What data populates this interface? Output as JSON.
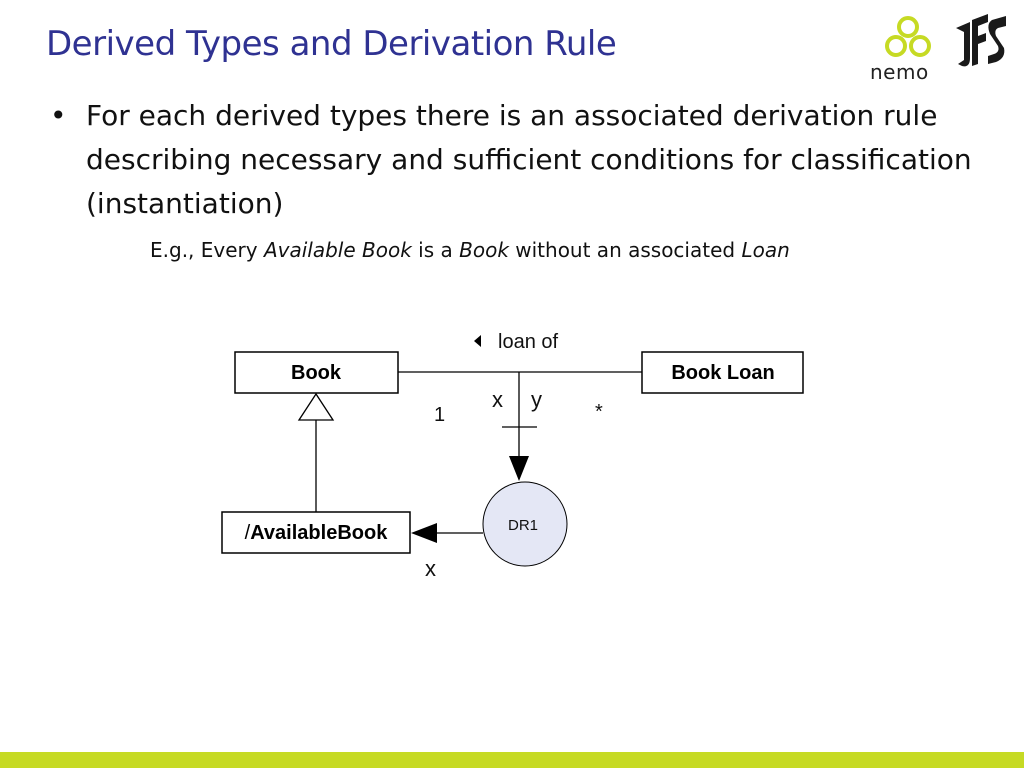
{
  "slide": {
    "title": "Derived Types and Derivation Rule",
    "bullet": "For each derived types there is an associated derivation rule describing necessary and sufficient conditions for classification (instantiation)",
    "example": {
      "t1": "E.g., Every ",
      "i1": "Available Book",
      "t2": " is a ",
      "i2": "Book",
      "t3": " without an associated ",
      "i3": "Loan"
    }
  },
  "logos": {
    "nemo": "nemo",
    "nemo_color": "#c6da24",
    "ufes_icon": "ufes-logo-icon"
  },
  "diagram": {
    "classes": {
      "book": "Book",
      "book_loan": "Book Loan",
      "available_prefix": "/",
      "available_name": "AvailableBook"
    },
    "association": {
      "name": "loan of",
      "direction_icon": "triangle-left-icon",
      "mult_book": "1",
      "mult_loan": "*"
    },
    "rule": {
      "label": "DR1",
      "fill": "#e4e7f5",
      "var_x": "x",
      "var_y": "y",
      "out_var": "x"
    }
  },
  "colors": {
    "title": "#2f3292",
    "footer": "#c6da24"
  }
}
